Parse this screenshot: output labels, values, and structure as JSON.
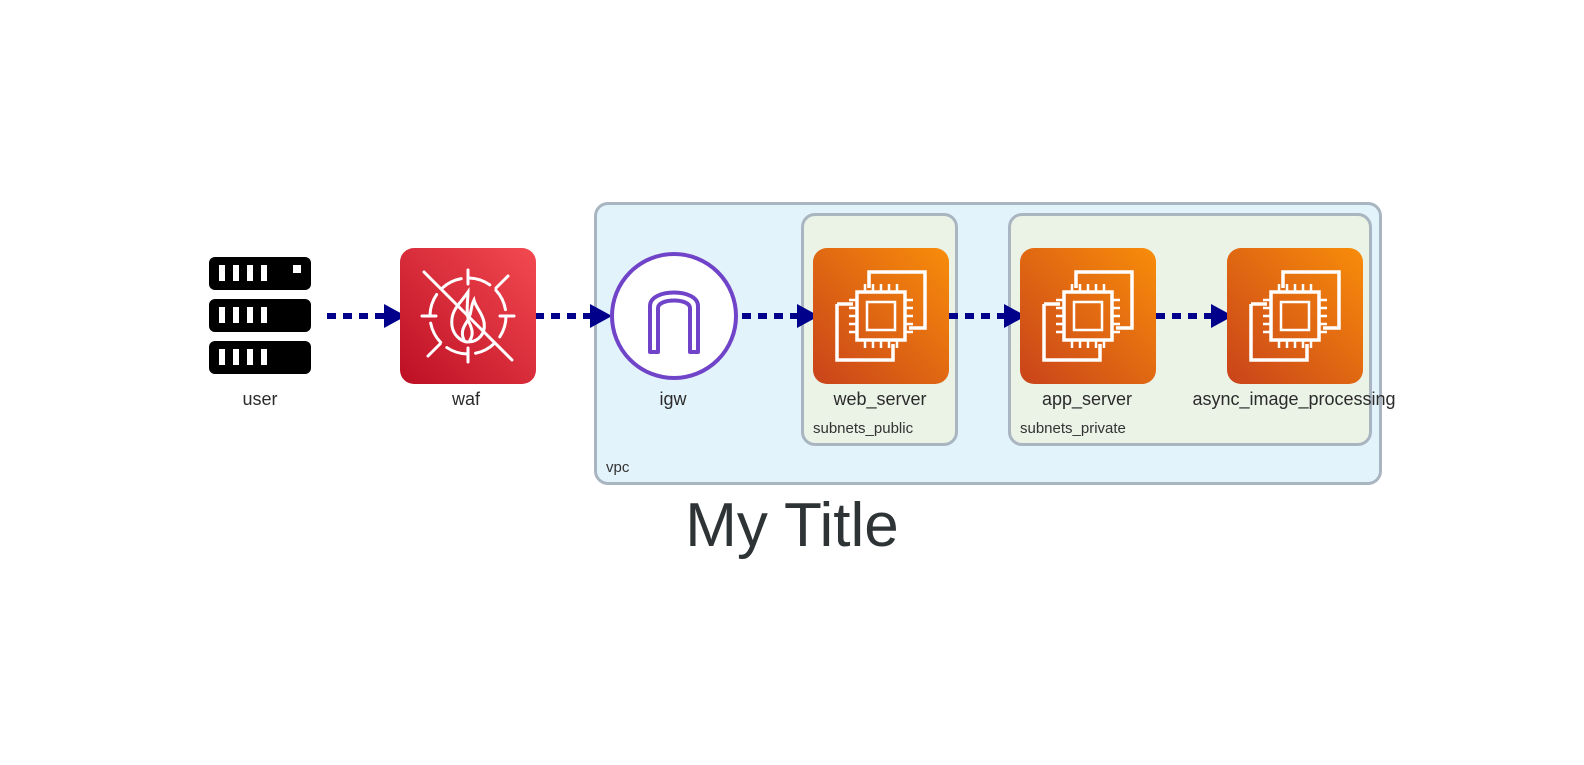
{
  "diagram": {
    "title": "My Title",
    "clusters": {
      "vpc": "vpc",
      "subnets_public": "subnets_public",
      "subnets_private": "subnets_private"
    },
    "nodes": {
      "user": {
        "label": "user",
        "icon": "server-rack-icon"
      },
      "waf": {
        "label": "waf",
        "icon": "waf-icon"
      },
      "igw": {
        "label": "igw",
        "icon": "internet-gateway-icon"
      },
      "web_server": {
        "label": "web_server",
        "icon": "ec2-icon"
      },
      "app_server": {
        "label": "app_server",
        "icon": "ec2-icon"
      },
      "async_image_processing": {
        "label": "async_image_processing",
        "icon": "ec2-icon"
      }
    },
    "edges": [
      {
        "from": "user",
        "to": "waf"
      },
      {
        "from": "waf",
        "to": "igw"
      },
      {
        "from": "igw",
        "to": "web_server"
      },
      {
        "from": "web_server",
        "to": "app_server"
      },
      {
        "from": "app_server",
        "to": "async_image_processing"
      }
    ],
    "colors": {
      "edge": "#00008b",
      "vpc_fill": "#e3f3fb",
      "subnet_fill": "#ebf2e6",
      "cluster_border": "#a9b5c1",
      "waf": "#dd2b3b",
      "igw": "#7044c8",
      "ec2": "#e8761a"
    }
  }
}
